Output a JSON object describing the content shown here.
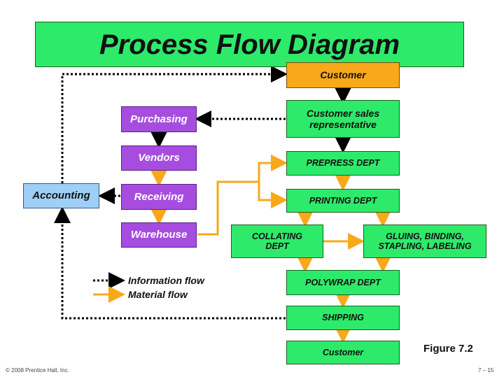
{
  "title": "Process Flow Diagram",
  "nodes": {
    "customer_top": "Customer",
    "sales_rep": "Customer sales representative",
    "prepress": "PREPRESS DEPT",
    "printing": "PRINTING DEPT",
    "collating": "COLLATING DEPT",
    "gluing": "GLUING, BINDING, STAPLING, LABELING",
    "polywrap": "POLYWRAP DEPT",
    "shipping": "SHIPPING",
    "customer_bottom": "Customer",
    "purchasing": "Purchasing",
    "vendors": "Vendors",
    "receiving": "Receiving",
    "warehouse": "Warehouse",
    "accounting": "Accounting"
  },
  "legend": {
    "information_flow": "Information flow",
    "material_flow": "Material flow"
  },
  "colors": {
    "process": "#2eea6a",
    "customer": "#f9a81a",
    "supply": "#a64de0",
    "accounting": "#9fcff6",
    "material_arrow": "#f9a81a",
    "information_arrow": "#000000"
  },
  "figure_label": "Figure 7.2",
  "footer": {
    "copyright": "© 2008 Prentice Hall, Inc.",
    "page": "7 – 15"
  }
}
